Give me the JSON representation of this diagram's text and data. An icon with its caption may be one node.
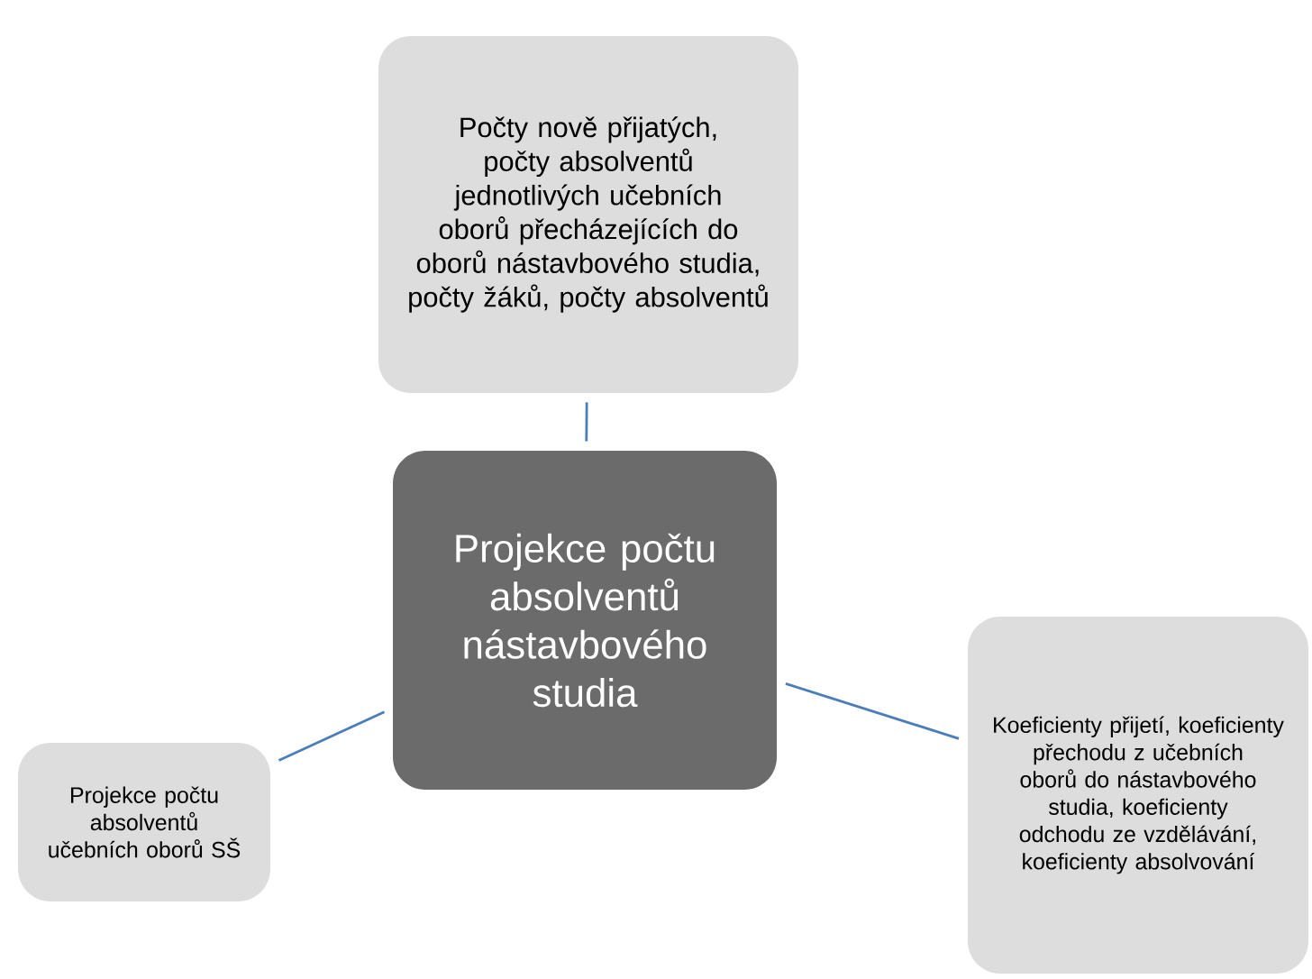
{
  "diagram": {
    "nodes": [
      {
        "text": [
          "Počty nově přijatých, počty absolventů jednotlivých učebních oborů přecházejících do oborů nástavbového studia, počty žáků, počty absolventů"
        ]
      },
      {
        "text": [
          "Projekce počtu absolventů nástavbového studia"
        ]
      },
      {
        "text": [
          "Koeficienty přijetí, koeficienty přechodu z učebních oborů do nástavbového studia, koeficienty odchodu ze vzdělávání, koeficienty absolvování"
        ]
      },
      {
        "text": [
          "Projekce počtu absolventů učebních oborů SŠ"
        ]
      }
    ],
    "edges": [
      {
        "from": 1,
        "to": 0,
        "arrow": "none"
      },
      {
        "from": 1,
        "to": 2,
        "arrow": "none"
      },
      {
        "from": 1,
        "to": 3,
        "arrow": "none"
      }
    ]
  }
}
